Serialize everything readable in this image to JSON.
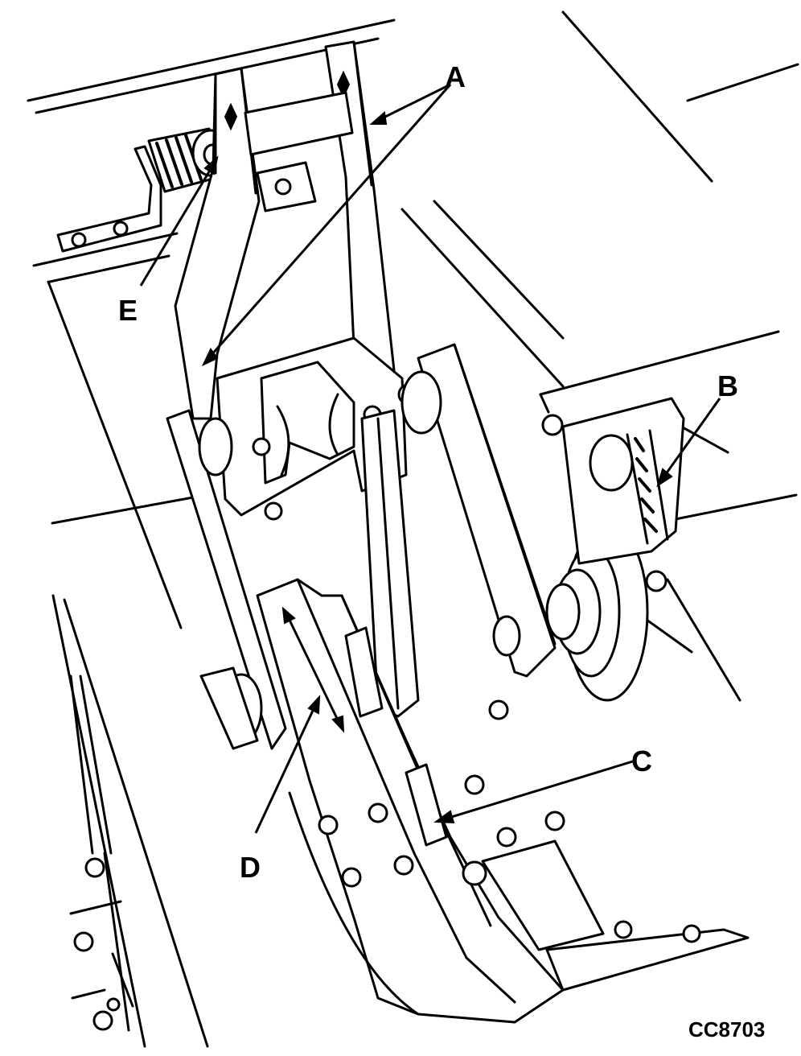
{
  "callouts": {
    "a": "A",
    "b": "B",
    "c": "C",
    "d": "D",
    "e": "E"
  },
  "figure_id": "CC8703"
}
